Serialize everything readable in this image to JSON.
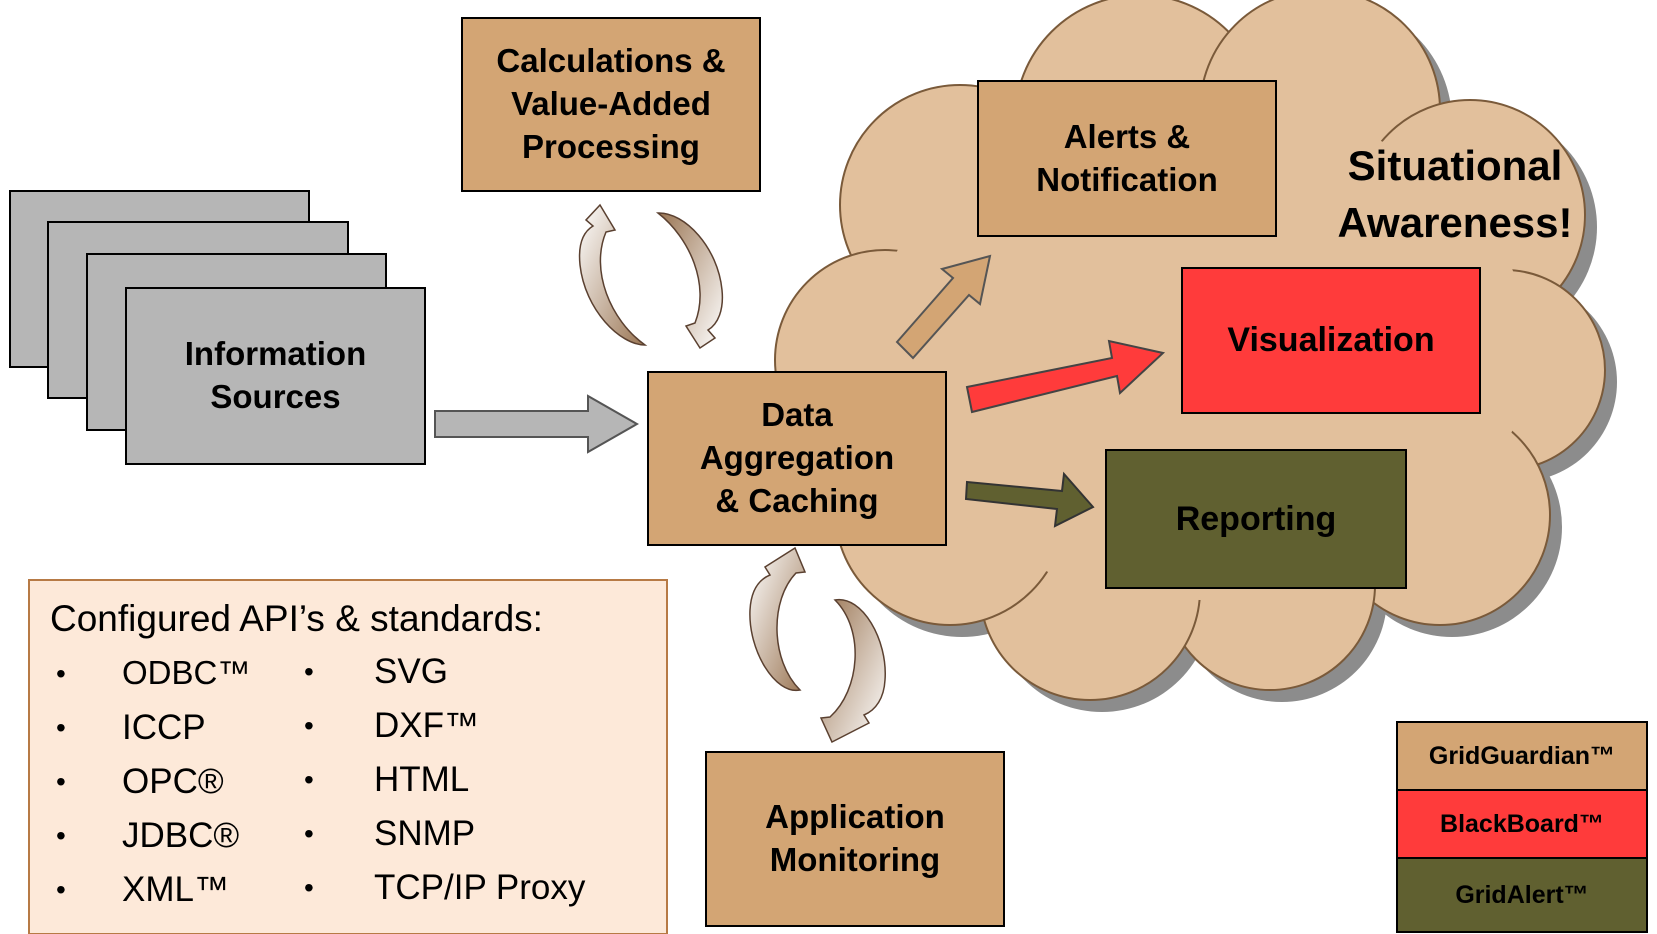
{
  "colors": {
    "tan": "#d3a574",
    "gray": "#b6b6b6",
    "red": "#ff3b3b",
    "olive": "#606030",
    "cloud": "#e2c09c",
    "std_bg": "#fde9d9",
    "std_border": "#b77a45"
  },
  "nodes": {
    "calculations": "Calculations &\nValue-Added\nProcessing",
    "information_sources": "Information\nSources",
    "data_aggregation": "Data\nAggregation\n& Caching",
    "alerts": "Alerts &\nNotification",
    "visualization": "Visualization",
    "reporting": "Reporting",
    "application_monitoring": "Application\nMonitoring",
    "situational_awareness": "Situational\nAwareness!"
  },
  "standards": {
    "heading": "Configured API’s & standards:",
    "left": [
      "ODBC™",
      "ICCP",
      "OPC®",
      "JDBC®",
      "XML™"
    ],
    "right": [
      "SVG",
      "DXF™",
      "HTML",
      "SNMP",
      "TCP/IP Proxy"
    ]
  },
  "legend": [
    {
      "label": "GridGuardian™",
      "color": "#d3a574",
      "text_color": "#000000"
    },
    {
      "label": "BlackBoard™",
      "color": "#ff3b3b",
      "text_color": "#000000"
    },
    {
      "label": "GridAlert™",
      "color": "#606030",
      "text_color": "#000000"
    }
  ]
}
